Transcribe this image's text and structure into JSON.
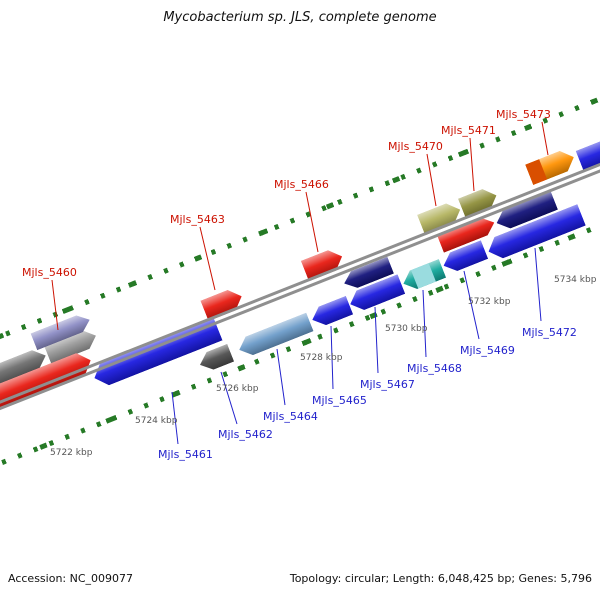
{
  "title": "Mycobacterium sp. JLS, complete genome",
  "footer": {
    "accession": "Accession: NC_009077",
    "summary": "Topology: circular; Length: 6,048,425 bp; Genes: 5,796"
  },
  "colors": {
    "label_red": "#cc1100",
    "label_blue": "#2222cc",
    "strand_line": "#8f8f8f",
    "tick_green": "#267a26",
    "scale_text": "#555555"
  },
  "scale": {
    "labels": [
      "5722 kbp",
      "5724 kbp",
      "5726 kbp",
      "5728 kbp",
      "5730 kbp",
      "5732 kbp",
      "5734 kbp"
    ]
  },
  "genes": {
    "gray1": {
      "color": "#6e6e6e"
    },
    "gray2": {
      "color": "#9a9a9a"
    },
    "slate": {
      "color": "#8b8bc4"
    },
    "g5460": {
      "label": "Mjls_5460",
      "color": "#e8190f"
    },
    "g5461": {
      "label": "Mjls_5461",
      "color": "#1a1ae0"
    },
    "g5462": {
      "label": "Mjls_5462",
      "color": "#4d4d4d"
    },
    "g5463": {
      "label": "Mjls_5463",
      "color": "#e8190f"
    },
    "g5464": {
      "label": "Mjls_5464",
      "color": "#6b9bc9"
    },
    "g5465": {
      "label": "Mjls_5465",
      "color": "#1a1ae0"
    },
    "g5466": {
      "label": "Mjls_5466",
      "color": "#e8190f"
    },
    "navy1": {
      "color": "#12127a"
    },
    "g5467": {
      "label": "Mjls_5467",
      "color": "#1a1ae0"
    },
    "g5468": {
      "label": "Mjls_5468",
      "color": "#12a79b",
      "color2": "#9adcdf"
    },
    "g5469": {
      "label": "Mjls_5469",
      "color": "#1a1ae0"
    },
    "red_x": {
      "color": "#e8190f"
    },
    "g5470": {
      "label": "Mjls_5470",
      "color": "#b3b35e"
    },
    "g5471": {
      "label": "Mjls_5471",
      "color": "#8f8f3a"
    },
    "navy2": {
      "color": "#12127a"
    },
    "g5472": {
      "label": "Mjls_5472",
      "color": "#1a1ae0"
    },
    "g5473": {
      "label": "Mjls_5473",
      "color": "#ff9100",
      "color2": "#d94f00"
    },
    "blue_right": {
      "color": "#1a1ae0"
    }
  }
}
